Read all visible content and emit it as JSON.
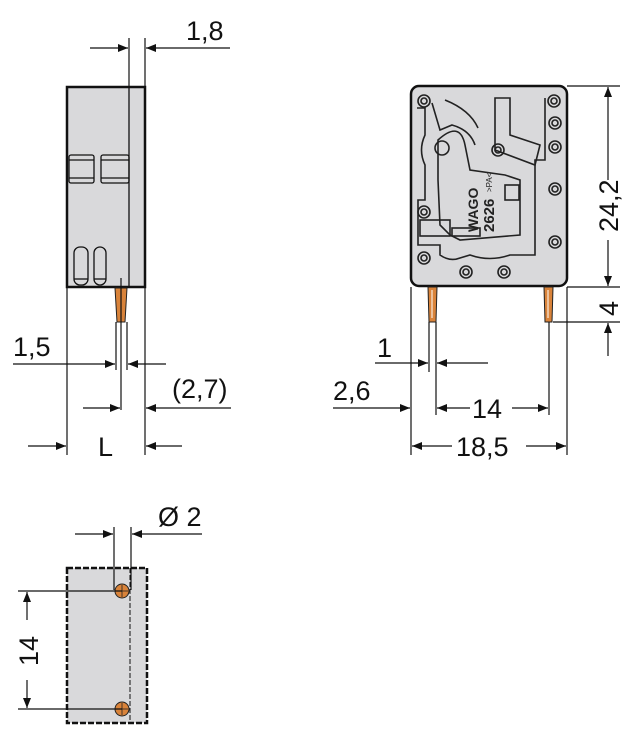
{
  "drawing": {
    "side_view": {
      "dimensions": {
        "top_width": "1,8",
        "pin_width": "1,5",
        "pin_offset": "(2,7)",
        "length": "L"
      }
    },
    "front_view": {
      "marking": {
        "logo": "WAGO",
        "part_number": "2626",
        "material": ">PA<"
      },
      "dimensions": {
        "height": "24,2",
        "pin_length": "4",
        "pin_width": "1",
        "edge_to_pin": "2,6",
        "pin_pitch": "14",
        "total_width": "18,5"
      }
    },
    "footprint_view": {
      "dimensions": {
        "hole_diameter": "Ø 2",
        "hole_pitch": "14"
      }
    },
    "colors": {
      "housing": "#d9d9db",
      "pin": "#d9833a",
      "line": "#111111"
    }
  }
}
